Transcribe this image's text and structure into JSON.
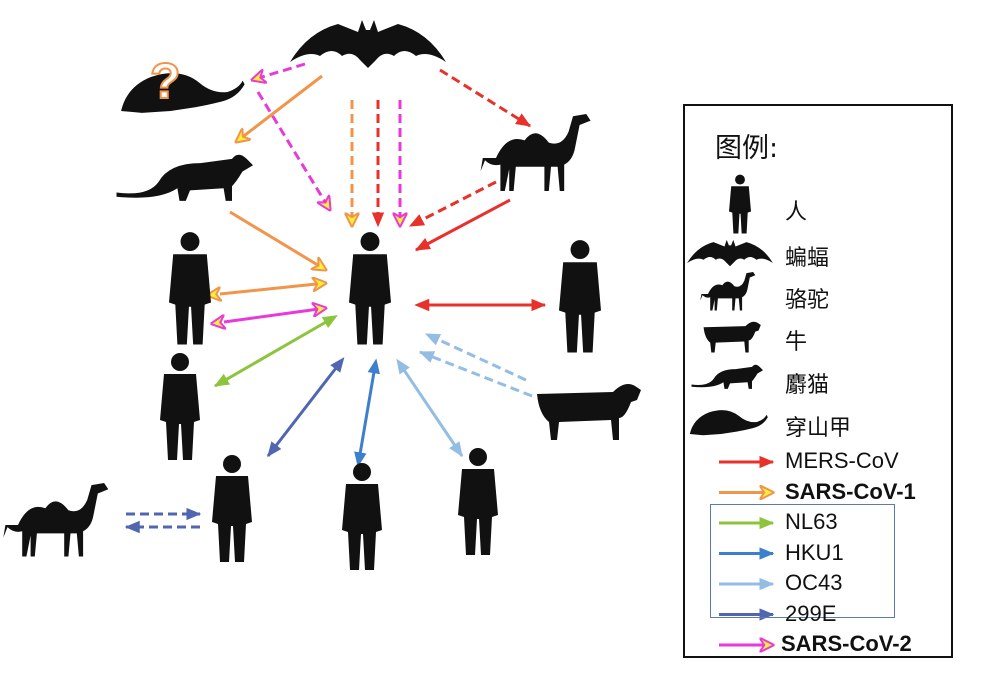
{
  "legend": {
    "title": "图例:",
    "hosts": [
      {
        "id": "human",
        "label": "人"
      },
      {
        "id": "bat",
        "label": "蝙蝠"
      },
      {
        "id": "camel",
        "label": "骆驼"
      },
      {
        "id": "cow",
        "label": "牛"
      },
      {
        "id": "civet",
        "label": "麝猫"
      },
      {
        "id": "pangolin",
        "label": "穿山甲"
      }
    ],
    "viruses": [
      {
        "id": "mers",
        "label": "MERS-CoV",
        "color": "#e8312a",
        "head": "solid"
      },
      {
        "id": "sars1",
        "label": "SARS-CoV-1",
        "color": "#f0954a",
        "head": "open"
      },
      {
        "id": "nl63",
        "label": "NL63",
        "color": "#8cc43c",
        "head": "solid"
      },
      {
        "id": "hku1",
        "label": "HKU1",
        "color": "#3c7fcc",
        "head": "solid"
      },
      {
        "id": "oc43",
        "label": "OC43",
        "color": "#94bde4",
        "head": "solid"
      },
      {
        "id": "e229",
        "label": "299E",
        "color": "#5066b0",
        "head": "solid"
      },
      {
        "id": "sars2",
        "label": "SARS-CoV-2",
        "color": "#e83ad8",
        "head": "open"
      }
    ]
  },
  "diagram": {
    "pangolin_mark": "?",
    "nodes": [
      {
        "id": "bat",
        "kind": "bat"
      },
      {
        "id": "pangolin",
        "kind": "pangolin"
      },
      {
        "id": "civet",
        "kind": "civet"
      },
      {
        "id": "camel1",
        "kind": "camel"
      },
      {
        "id": "hc",
        "kind": "human"
      },
      {
        "id": "hl",
        "kind": "human"
      },
      {
        "id": "hr",
        "kind": "human"
      },
      {
        "id": "hl2",
        "kind": "human"
      },
      {
        "id": "cow",
        "kind": "cow"
      },
      {
        "id": "hbl",
        "kind": "human"
      },
      {
        "id": "hbc",
        "kind": "human"
      },
      {
        "id": "hbr",
        "kind": "human"
      },
      {
        "id": "camel2",
        "kind": "camel"
      }
    ],
    "edges": [
      {
        "from": "bat",
        "to": "pangolin",
        "virus": "sars2",
        "dashed": true,
        "both": false
      },
      {
        "from": "bat",
        "to": "civet",
        "virus": "sars1",
        "dashed": false,
        "both": false
      },
      {
        "from": "bat",
        "to": "hc",
        "virus": "sars2",
        "dashed": true,
        "both": false,
        "k": "diag"
      },
      {
        "from": "bat",
        "to": "hc",
        "virus": "sars1",
        "dashed": true,
        "both": false,
        "k": "v1"
      },
      {
        "from": "bat",
        "to": "hc",
        "virus": "mers",
        "dashed": true,
        "both": false,
        "k": "v2"
      },
      {
        "from": "bat",
        "to": "hc",
        "virus": "sars2",
        "dashed": true,
        "both": false,
        "k": "v3"
      },
      {
        "from": "bat",
        "to": "camel1",
        "virus": "mers",
        "dashed": true,
        "both": false
      },
      {
        "from": "camel1",
        "to": "hc",
        "virus": "mers",
        "dashed": true,
        "both": false,
        "k": "a"
      },
      {
        "from": "camel1",
        "to": "hc",
        "virus": "mers",
        "dashed": false,
        "both": false,
        "k": "b"
      },
      {
        "from": "civet",
        "to": "hc",
        "virus": "sars1",
        "dashed": false,
        "both": false
      },
      {
        "from": "hl",
        "to": "hc",
        "virus": "sars1",
        "dashed": false,
        "both": true
      },
      {
        "from": "hl",
        "to": "hc",
        "virus": "sars2",
        "dashed": false,
        "both": true
      },
      {
        "from": "hc",
        "to": "hl2",
        "virus": "nl63",
        "dashed": false,
        "both": true
      },
      {
        "from": "hc",
        "to": "hr",
        "virus": "mers",
        "dashed": false,
        "both": true
      },
      {
        "from": "cow",
        "to": "hc",
        "virus": "oc43",
        "dashed": true,
        "both": false,
        "k": "a"
      },
      {
        "from": "cow",
        "to": "hc",
        "virus": "oc43",
        "dashed": true,
        "both": false,
        "k": "b"
      },
      {
        "from": "hc",
        "to": "hbl",
        "virus": "e229",
        "dashed": false,
        "both": true
      },
      {
        "from": "hc",
        "to": "hbc",
        "virus": "hku1",
        "dashed": false,
        "both": true
      },
      {
        "from": "hc",
        "to": "hbr",
        "virus": "oc43",
        "dashed": false,
        "both": true
      },
      {
        "from": "hbl",
        "to": "camel2",
        "virus": "e229",
        "dashed": true,
        "both": false,
        "k": "a"
      },
      {
        "from": "camel2",
        "to": "hbl",
        "virus": "e229",
        "dashed": true,
        "both": false,
        "k": "b"
      }
    ]
  }
}
